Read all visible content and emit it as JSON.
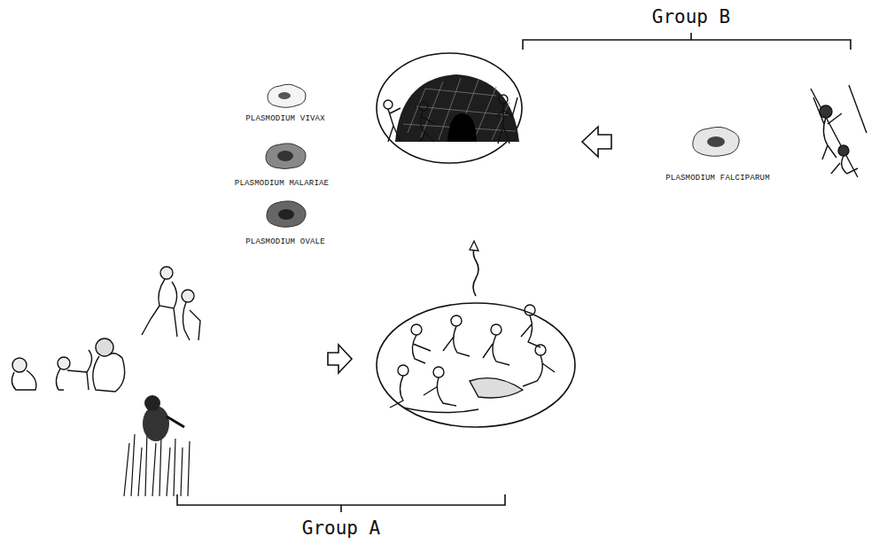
{
  "diagram": {
    "labels": [
      "Group B",
      "PLASMODIUM FALCIPARUM",
      "PLASMODIUM VIVAX",
      "PLASMODIUM MALARIAE",
      "PLASMODIUM OVALE",
      "Group A"
    ]
  }
}
